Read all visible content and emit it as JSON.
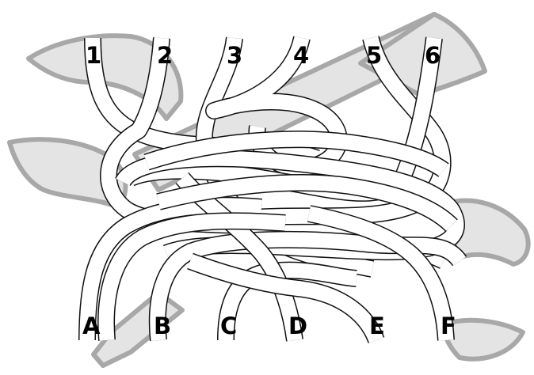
{
  "puzzle": {
    "top_labels": [
      "1",
      "2",
      "3",
      "4",
      "5",
      "6"
    ],
    "bottom_labels": [
      "A",
      "B",
      "C",
      "D",
      "E",
      "F"
    ]
  },
  "colors": {
    "rope_fill": "#ffffff",
    "rope_outline": "#111111",
    "wrench_fill": "#e4e4e4",
    "wrench_outline": "#a8a8a8",
    "label": "#000000"
  }
}
